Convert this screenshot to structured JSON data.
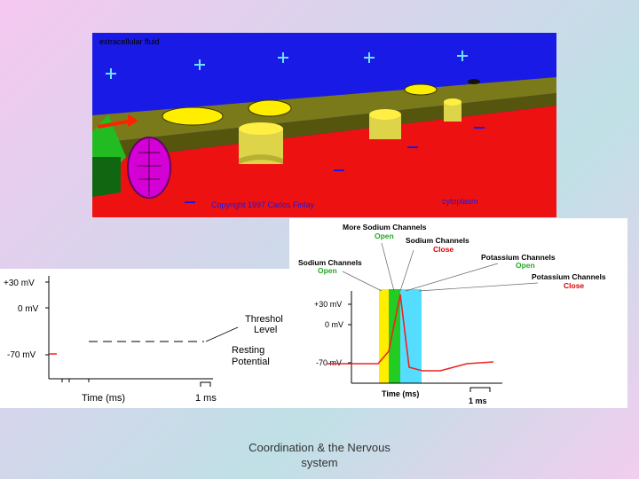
{
  "slide": {
    "caption_line1": "Coordination & the Nervous",
    "caption_line2": "system"
  },
  "membrane": {
    "label_extracellular": "extracellular fluid",
    "label_cytoplasm": "cytoplasm",
    "copyright": "Copyright 1997 Carlos Finlay",
    "colors": {
      "extracellular": "#1a1ae6",
      "membrane": "#7a7a1a",
      "cytoplasm": "#ee1111",
      "channel": "#ffee00",
      "pump": "#d500d5",
      "arrow": "#ff2200"
    }
  },
  "left_graph": {
    "y_labels": [
      "+30 mV",
      "0 mV",
      "-70 mV"
    ],
    "x_label": "Time (ms)",
    "scale_label": "1 ms",
    "threshold_label": [
      "Threshol",
      "Level"
    ],
    "resting_label": [
      "Resting",
      "Potential"
    ]
  },
  "right_graph": {
    "y_labels": [
      "+30 mV",
      "0 mV",
      "-70 mV"
    ],
    "x_label": "Time (ms)",
    "scale_label": "1 ms",
    "annotations": {
      "more_sodium": "More Sodium Channels",
      "more_sodium_state": "Open",
      "sodium_close": "Sodium Channels",
      "sodium_close_state": "Close",
      "potassium_open": "Potassium Channels",
      "potassium_open_state": "Open",
      "sodium_open": "Sodium Channels",
      "sodium_open_state": "Open",
      "potassium_close": "Potassium Channels",
      "potassium_close_state": "Close"
    },
    "colors": {
      "trace": "#ee2222",
      "band_yellow": "#ffee00",
      "band_green": "#22cc22",
      "band_cyan": "#55ddff",
      "state_open": "#22aa22",
      "state_close": "#dd0000"
    }
  }
}
